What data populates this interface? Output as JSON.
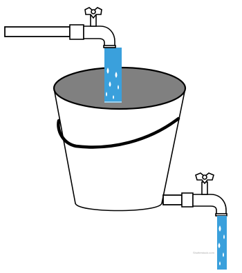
{
  "diagram": {
    "elements": [
      "inlet-pipe",
      "top-faucet",
      "inflow-water-stream",
      "bucket",
      "bucket-handle",
      "outlet-pipe",
      "bottom-faucet",
      "outflow-water-stream"
    ],
    "colors": {
      "outline": "#000000",
      "water": "#3aa0dc",
      "water_droplet": "#ffffff",
      "water_surface": "#808080",
      "bucket_fill": "#ffffff"
    },
    "watermark": "Shutterstock.com"
  }
}
